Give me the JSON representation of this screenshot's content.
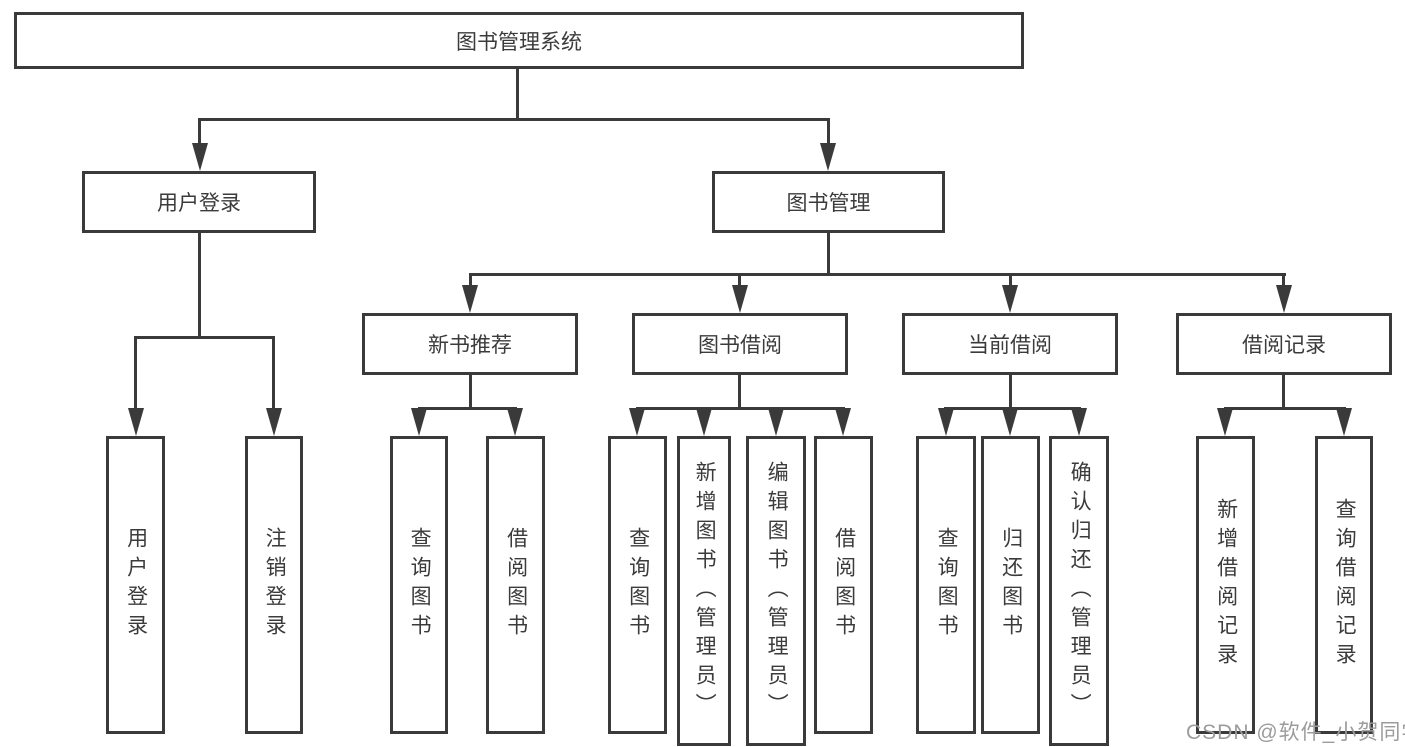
{
  "diagram_title": "图书管理系统",
  "colors": {
    "line": "#3a3a3a",
    "box_border": "#3a3a3a",
    "box_background": "#ffffff",
    "text": "#3b3b3b",
    "watermark": "#9c9c9c"
  },
  "nodes": {
    "root": {
      "label": "图书管理系统"
    },
    "level2": [
      {
        "label": "用户登录"
      },
      {
        "label": "图书管理"
      }
    ],
    "level3": [
      {
        "label": "新书推荐"
      },
      {
        "label": "图书借阅"
      },
      {
        "label": "当前借阅"
      },
      {
        "label": "借阅记录"
      }
    ],
    "leaves": [
      {
        "label": "用户登录"
      },
      {
        "label": "注销登录"
      },
      {
        "label": "查询图书"
      },
      {
        "label": "借阅图书"
      },
      {
        "label": "查询图书"
      },
      {
        "label": "新增图书（管理员）"
      },
      {
        "label": "编辑图书（管理员）"
      },
      {
        "label": "借阅图书"
      },
      {
        "label": "查询图书"
      },
      {
        "label": "归还图书"
      },
      {
        "label": "确认归还（管理员）"
      },
      {
        "label": "新增借阅记录"
      },
      {
        "label": "查询借阅记录"
      }
    ]
  },
  "watermark": {
    "text": "CSDN @软件_小贺同学"
  }
}
